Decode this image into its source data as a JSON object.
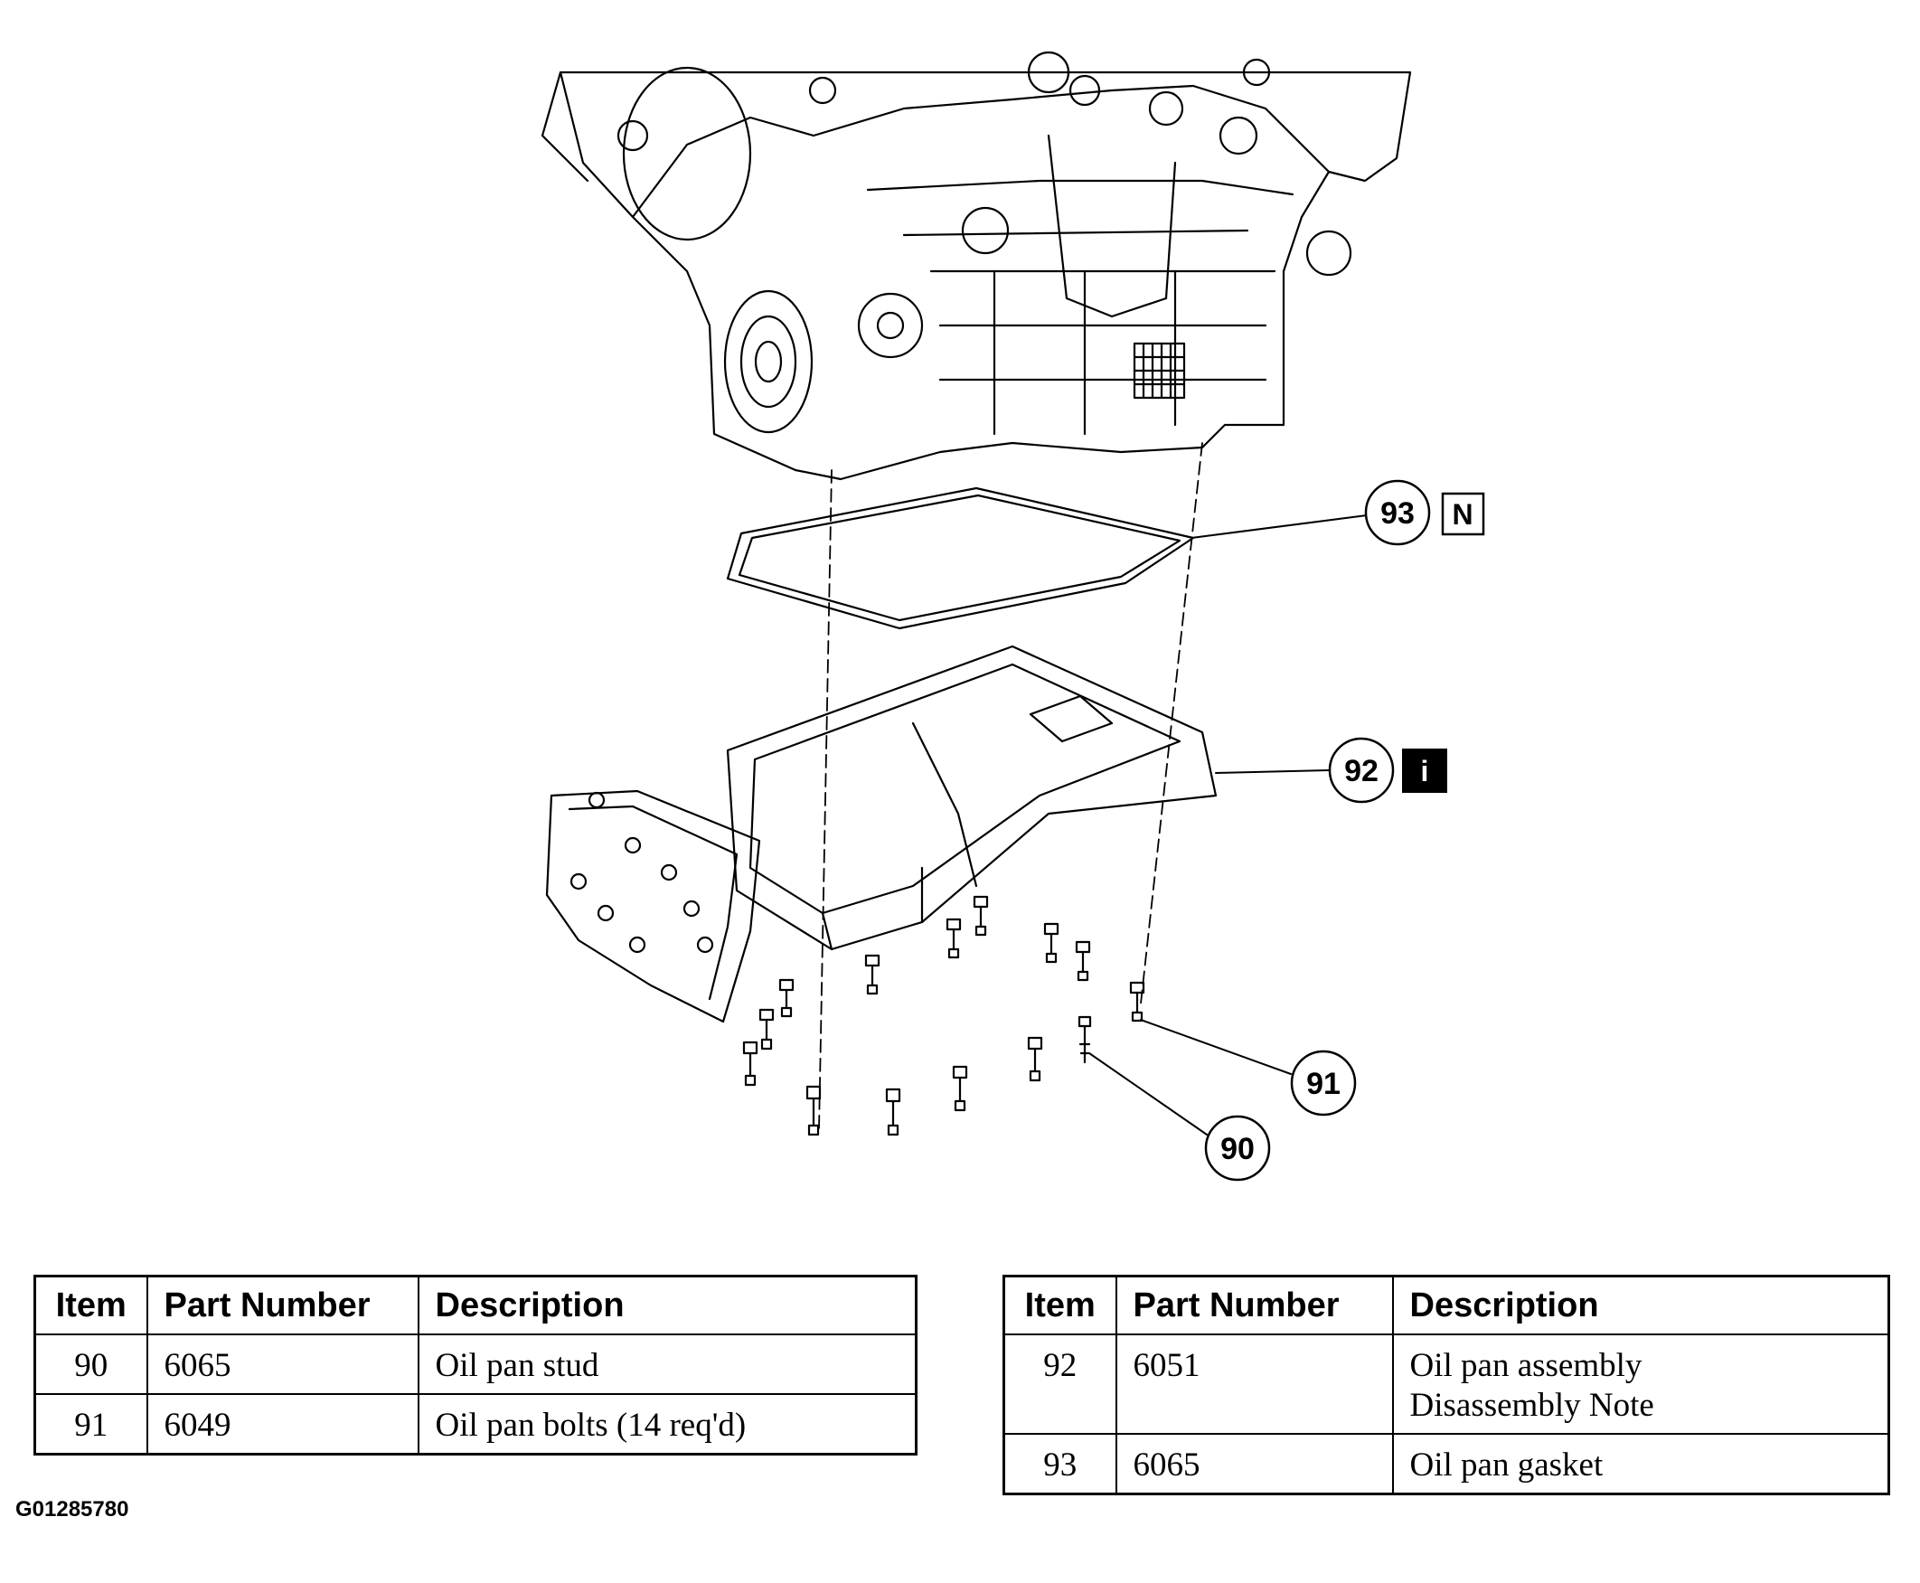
{
  "callouts": [
    {
      "id": "c93",
      "number": "93",
      "badge": "N",
      "badge_style": "outline"
    },
    {
      "id": "c92",
      "number": "92",
      "badge": "i",
      "badge_style": "solid"
    },
    {
      "id": "c91",
      "number": "91"
    },
    {
      "id": "c90",
      "number": "90"
    }
  ],
  "tables": [
    {
      "headers": {
        "item": "Item",
        "part": "Part Number",
        "desc": "Description"
      },
      "rows": [
        {
          "item": "90",
          "part": "6065",
          "desc": [
            "Oil pan stud"
          ]
        },
        {
          "item": "91",
          "part": "6049",
          "desc": [
            "Oil pan bolts (14 req'd)"
          ]
        }
      ]
    },
    {
      "headers": {
        "item": "Item",
        "part": "Part Number",
        "desc": "Description"
      },
      "rows": [
        {
          "item": "92",
          "part": "6051",
          "desc": [
            "Oil pan assembly",
            "Disassembly Note"
          ]
        },
        {
          "item": "93",
          "part": "6065",
          "desc": [
            "Oil pan gasket"
          ]
        }
      ]
    }
  ],
  "figure_id": "G01285780",
  "colors": {
    "ink": "#000000",
    "paper": "#ffffff"
  }
}
